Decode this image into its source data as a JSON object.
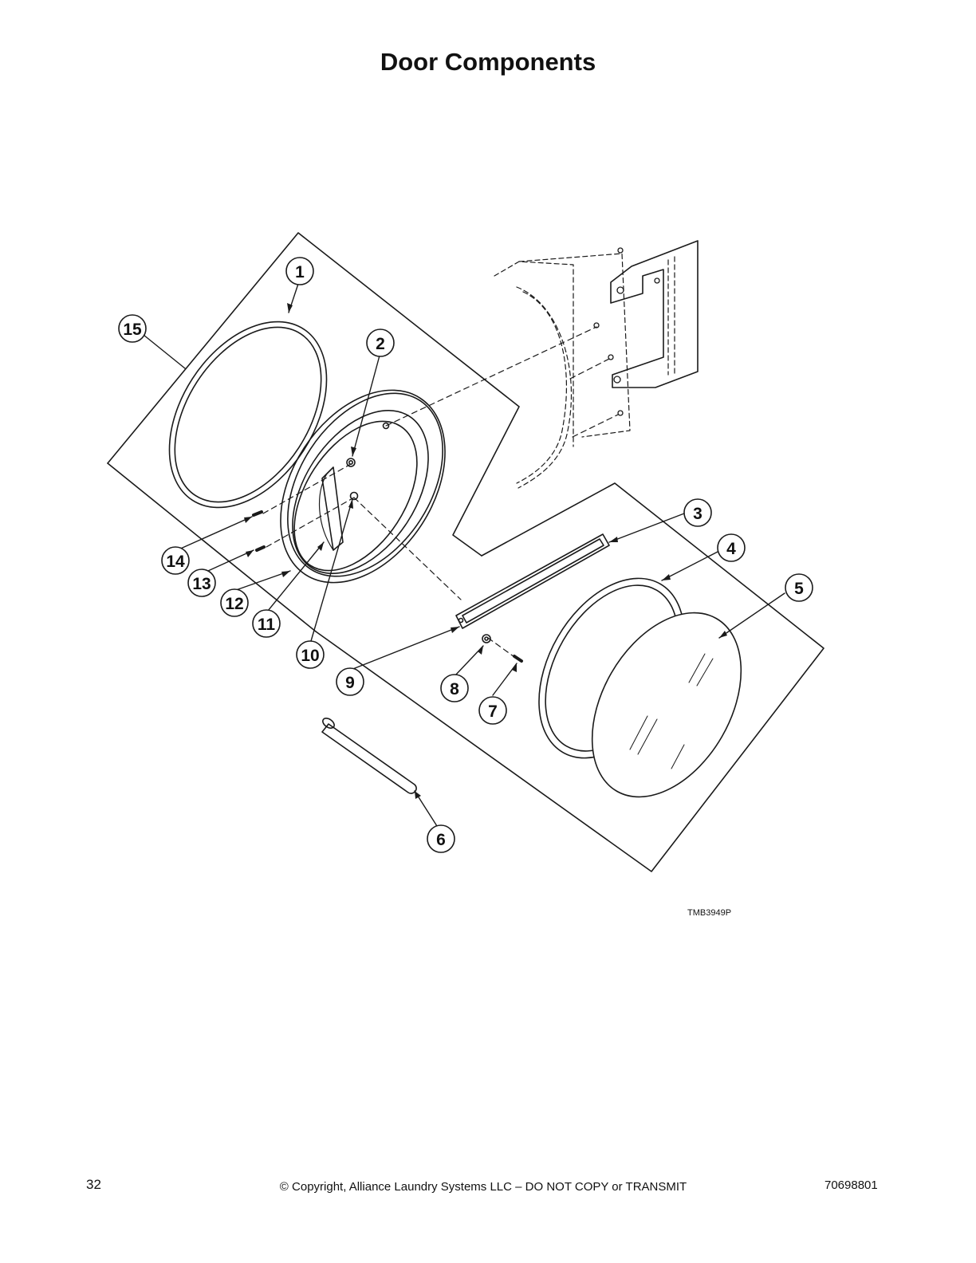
{
  "page": {
    "title": "Door Components",
    "reference_code": "TMB3949P",
    "page_number": "32",
    "copyright": "© Copyright, Alliance Laundry Systems LLC – DO NOT COPY or TRANSMIT",
    "document_number": "70698801"
  },
  "diagram": {
    "callouts": [
      "1",
      "2",
      "3",
      "4",
      "5",
      "6",
      "7",
      "8",
      "9",
      "10",
      "11",
      "12",
      "13",
      "14",
      "15"
    ],
    "line_color": "#1a1a1a"
  }
}
